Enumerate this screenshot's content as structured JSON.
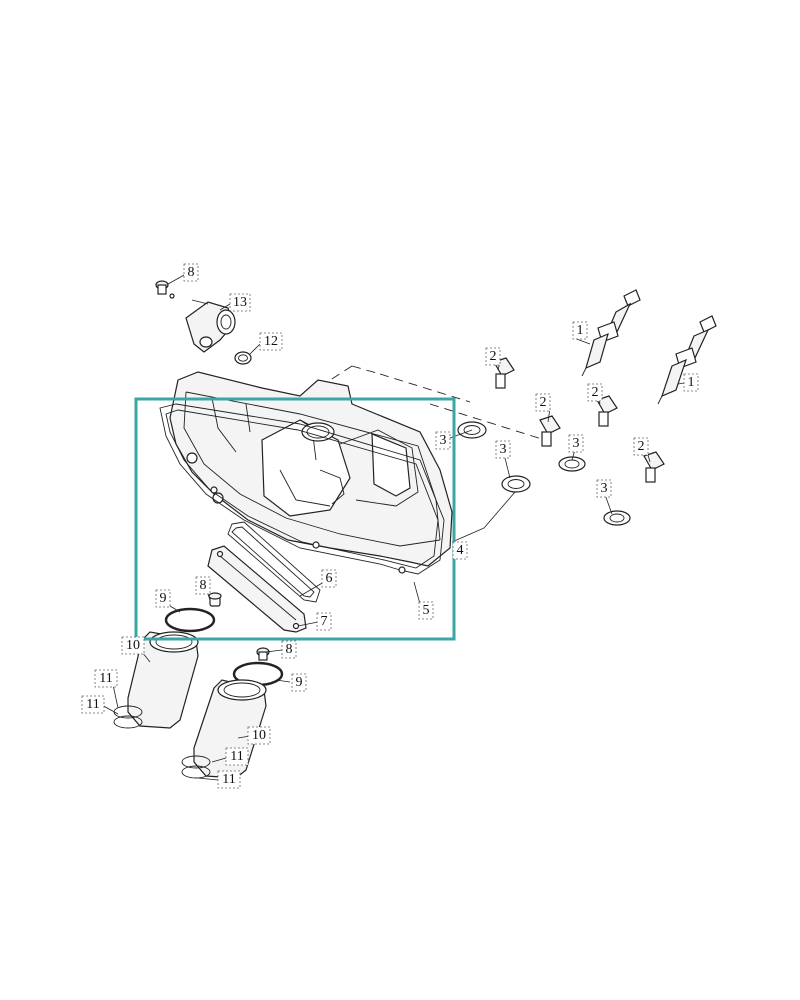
{
  "diagram": {
    "highlight_color": "#3aa6a6",
    "callouts": [
      {
        "id": "c8a",
        "text": "8"
      },
      {
        "id": "c13",
        "text": "13"
      },
      {
        "id": "c12",
        "text": "12"
      },
      {
        "id": "c1a",
        "text": "1"
      },
      {
        "id": "c1b",
        "text": "1"
      },
      {
        "id": "c2a",
        "text": "2"
      },
      {
        "id": "c2b",
        "text": "2"
      },
      {
        "id": "c2c",
        "text": "2"
      },
      {
        "id": "c2d",
        "text": "2"
      },
      {
        "id": "c3a",
        "text": "3"
      },
      {
        "id": "c3b",
        "text": "3"
      },
      {
        "id": "c3c",
        "text": "3"
      },
      {
        "id": "c3d",
        "text": "3"
      },
      {
        "id": "c4",
        "text": "4"
      },
      {
        "id": "c5",
        "text": "5"
      },
      {
        "id": "c6",
        "text": "6"
      },
      {
        "id": "c7",
        "text": "7"
      },
      {
        "id": "c8b",
        "text": "8"
      },
      {
        "id": "c8c",
        "text": "8"
      },
      {
        "id": "c9a",
        "text": "9"
      },
      {
        "id": "c9b",
        "text": "9"
      },
      {
        "id": "c10a",
        "text": "10"
      },
      {
        "id": "c10b",
        "text": "10"
      },
      {
        "id": "c11a",
        "text": "11"
      },
      {
        "id": "c11b",
        "text": "11"
      },
      {
        "id": "c11c",
        "text": "11"
      },
      {
        "id": "c11d",
        "text": "11"
      }
    ]
  }
}
